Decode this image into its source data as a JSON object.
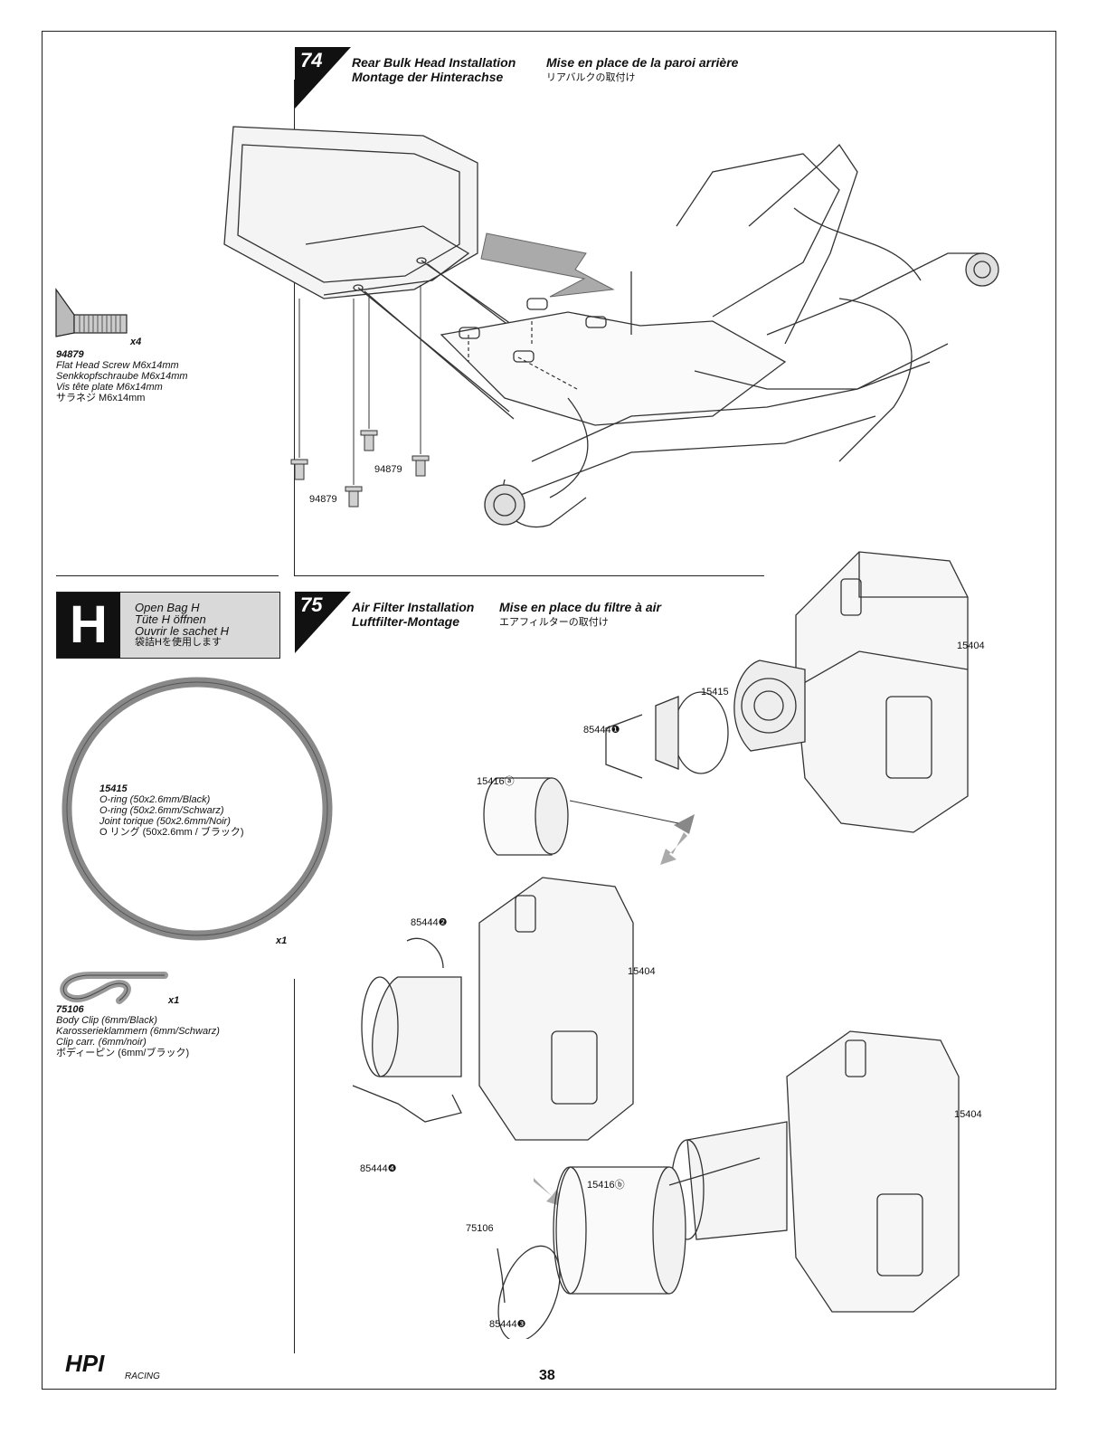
{
  "page_number": "38",
  "brand": {
    "logo_text": "HPI",
    "logo_sub": "RACING"
  },
  "steps": [
    {
      "number": "74",
      "title_en": "Rear Bulk Head Installation",
      "title_de": "Montage der Hinterachse",
      "title_fr": "Mise en place de la paroi arrière",
      "title_jp": "リアバルクの取付け"
    },
    {
      "number": "75",
      "title_en": "Air Filter Installation",
      "title_de": "Luftfilter-Montage",
      "title_fr": "Mise en place du filtre à air",
      "title_jp": "エアフィルターの取付け"
    }
  ],
  "parts": {
    "screw": {
      "qty": "x4",
      "number": "94879",
      "names": [
        "Flat Head Screw M6x14mm",
        "Senkkopfschraube M6x14mm",
        "Vis tête plate M6x14mm",
        "サラネジ M6x14mm"
      ]
    },
    "oring": {
      "qty": "x1",
      "number": "15415",
      "names": [
        "O-ring (50x2.6mm/Black)",
        "O-ring (50x2.6mm/Schwarz)",
        "Joint torique (50x2.6mm/Noir)",
        "O リング (50x2.6mm / ブラック)"
      ]
    },
    "clip": {
      "qty": "x1",
      "number": "75106",
      "names": [
        "Body Clip (6mm/Black)",
        "Karosserieklammern (6mm/Schwarz)",
        "Clip carr. (6mm/noir)",
        "ボディーピン (6mm/ブラック)"
      ]
    }
  },
  "bag": {
    "letter": "H",
    "lines": [
      "Open Bag H",
      "Tüte H öffnen",
      "Ouvrir le sachet H",
      "袋詰Hを使用します"
    ]
  },
  "callouts": {
    "step74": [
      "94879",
      "94879"
    ],
    "step75": [
      "15404",
      "15415",
      "85444❶",
      "15416ⓐ",
      "85444❷",
      "15404",
      "85444❹",
      "15416ⓑ",
      "75106",
      "85444❸",
      "15404"
    ]
  }
}
